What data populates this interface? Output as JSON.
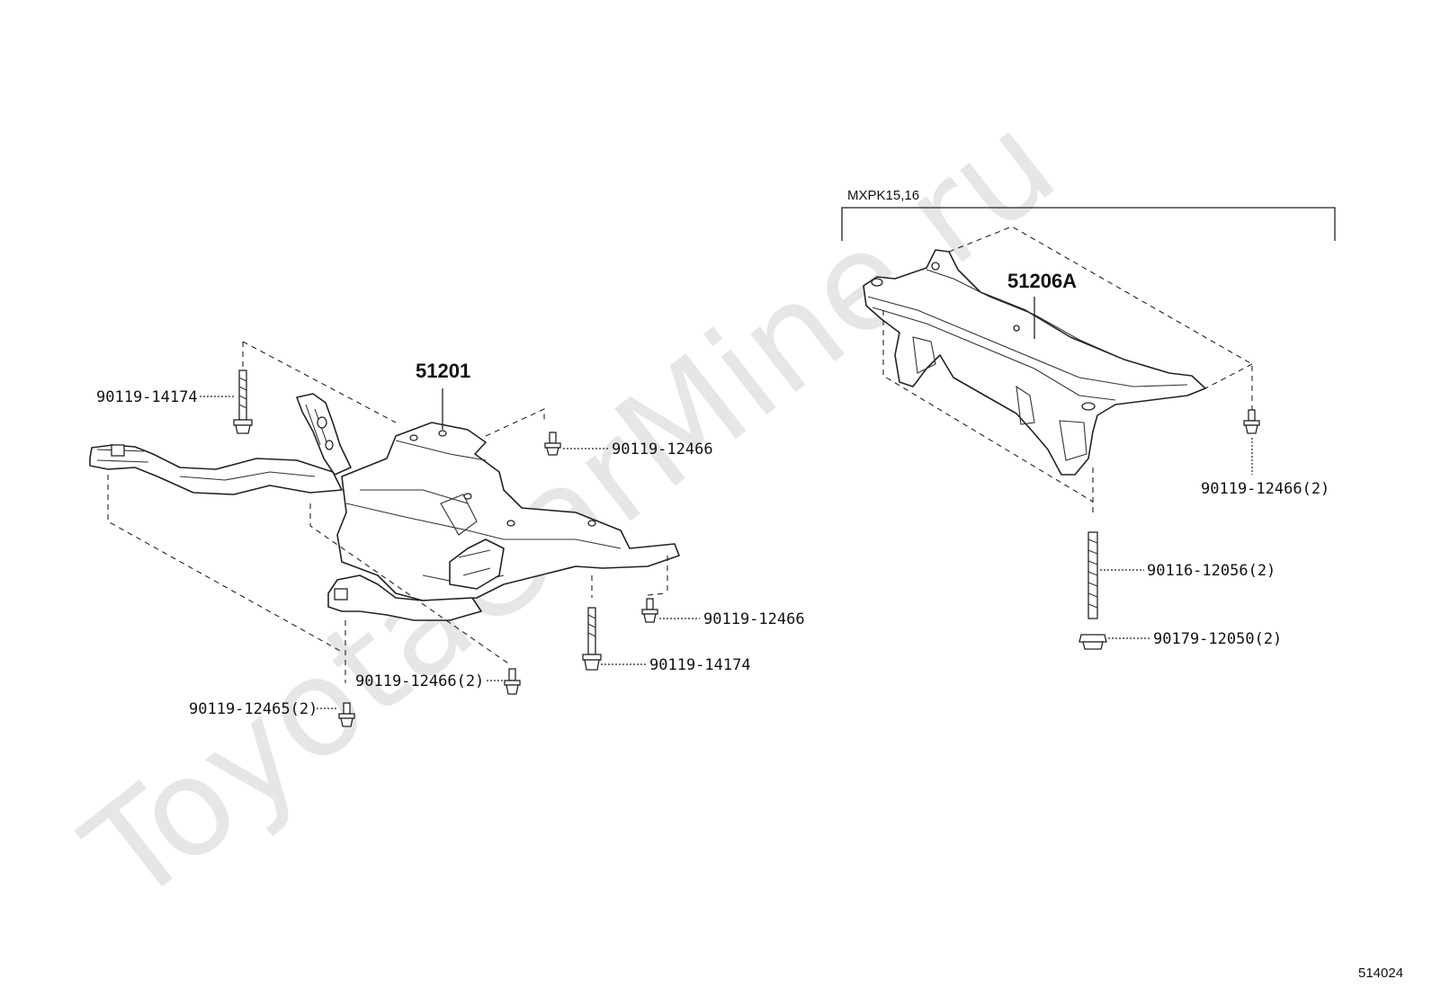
{
  "watermark": "ToyotaCarMine.ru",
  "diagram_id": "514024",
  "variant_note": "MXPK15,16",
  "main_parts": {
    "crossmember_front": "51201",
    "crossmember_variant": "51206A"
  },
  "callouts": {
    "left_bolt_long_top": "90119-14174",
    "top_bolt_right": "90119-12466",
    "bottom_bolt_right": "90119-12466",
    "bottom_bolt_long": "90119-14174",
    "bottom_mid_bolt": "90119-12466(2)",
    "bottom_left_bolt": "90119-12465(2)",
    "variant_bolt": "90119-12466(2)",
    "variant_stud": "90116-12056(2)",
    "variant_nut": "90179-12050(2)"
  }
}
